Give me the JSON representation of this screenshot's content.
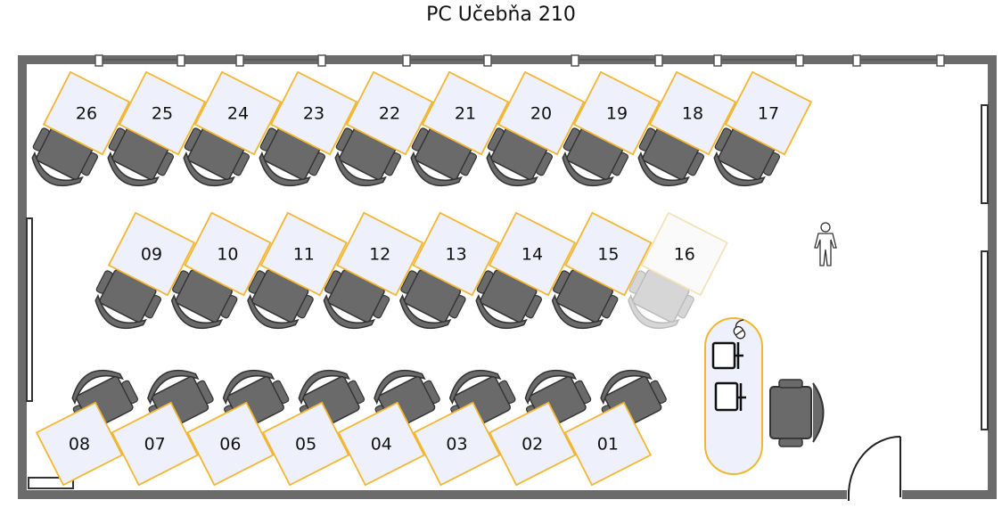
{
  "title": "PC Učebňa 210",
  "colors": {
    "wall": "#6b6b6b",
    "desk_fill": "#eef1fb",
    "desk_border": "#f2b632",
    "chair": "#6a6a6a",
    "chair_dark": "#4d4d4d",
    "ghost": "#cfcfcf"
  },
  "rows": {
    "top": [
      "26",
      "25",
      "24",
      "23",
      "22",
      "21",
      "20",
      "19",
      "18",
      "17"
    ],
    "middle": [
      "09",
      "10",
      "11",
      "12",
      "13",
      "14",
      "15",
      "16"
    ],
    "bottom": [
      "08",
      "07",
      "06",
      "05",
      "04",
      "03",
      "02",
      "01"
    ]
  },
  "faded_desks": [
    "16"
  ],
  "teacher_desk": {
    "icons": [
      "mouse-icon",
      "monitor-icon",
      "monitor-icon"
    ]
  },
  "person_icon": "person-icon",
  "door_icon": "door-icon"
}
